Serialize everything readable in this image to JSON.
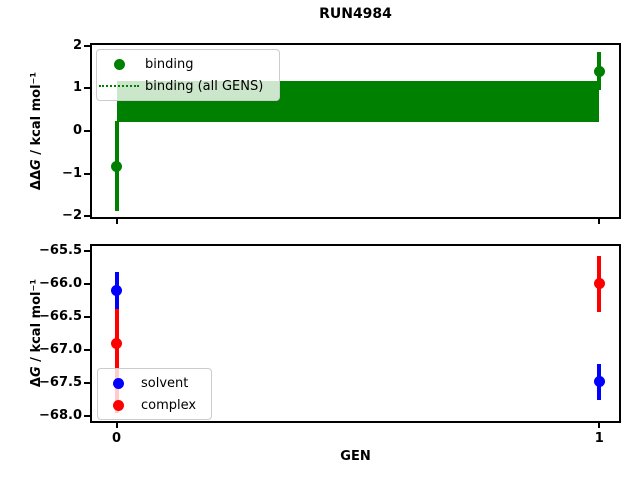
{
  "figure": {
    "title": "RUN4984"
  },
  "chart_data": [
    {
      "type": "scatter",
      "subplot": "top",
      "ylabel_prefix": "ΔΔ",
      "ylabel_g": "G",
      "ylabel_unit": " / kcal mol⁻¹",
      "xlim": [
        -0.055,
        1.045
      ],
      "ylim": [
        -2.06,
        2.06
      ],
      "yticks": [
        2,
        1,
        0,
        -1,
        -2
      ],
      "ytick_decimals": 0,
      "xticks": [
        0,
        1
      ],
      "show_xtick_labels": false,
      "grid": false,
      "band": {
        "name": "binding (all GENS)",
        "color": "#008000",
        "x": [
          0,
          1
        ],
        "lo": 0.2,
        "hi": 1.18,
        "center": 0.69,
        "line_style": "dotted"
      },
      "series": [
        {
          "name": "binding",
          "color": "#008000",
          "marker": "circle",
          "x": [
            0,
            1
          ],
          "y": [
            -0.82,
            1.4
          ],
          "yerr": [
            1.06,
            0.45
          ]
        }
      ],
      "legend": {
        "position": "upper left",
        "entries": [
          {
            "label": "binding",
            "marker": "dot",
            "color": "#008000"
          },
          {
            "label": "binding (all GENS)",
            "marker": "dotted-line",
            "color": "#008000"
          }
        ]
      }
    },
    {
      "type": "scatter",
      "subplot": "bottom",
      "xlabel": "GEN",
      "ylabel_prefix": "Δ",
      "ylabel_g": "G",
      "ylabel_unit": " / kcal mol⁻¹",
      "xlim": [
        -0.055,
        1.045
      ],
      "ylim": [
        -68.1,
        -65.4
      ],
      "yticks": [
        -65.5,
        -66.0,
        -66.5,
        -67.0,
        -67.5,
        -68.0
      ],
      "ytick_decimals": 1,
      "xticks": [
        0,
        1
      ],
      "show_xtick_labels": true,
      "grid": false,
      "series": [
        {
          "name": "complex",
          "color": "#ff0000",
          "marker": "circle",
          "x": [
            0,
            1
          ],
          "y": [
            -66.9,
            -66.0
          ],
          "yerr": [
            1.05,
            0.42
          ]
        },
        {
          "name": "solvent",
          "color": "#0000ff",
          "marker": "circle",
          "x": [
            0,
            1
          ],
          "y": [
            -66.1,
            -67.48
          ],
          "yerr": [
            0.28,
            0.27
          ]
        }
      ],
      "legend": {
        "position": "lower left",
        "entries": [
          {
            "label": "solvent",
            "marker": "dot",
            "color": "#0000ff"
          },
          {
            "label": "complex",
            "marker": "dot",
            "color": "#ff0000"
          }
        ]
      }
    }
  ]
}
